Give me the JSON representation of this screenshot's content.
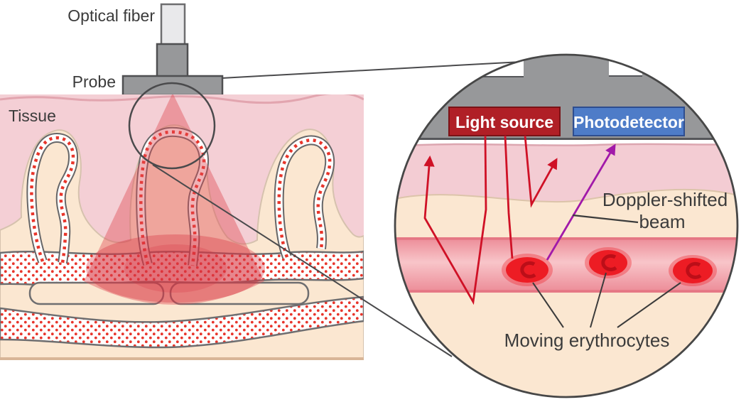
{
  "figure": {
    "labels": {
      "optical_fiber": "Optical fiber",
      "probe": "Probe",
      "tissue": "Tissue",
      "light_source": "Light source",
      "photodetector": "Photodetector",
      "doppler_shifted_line1": "Doppler-shifted",
      "doppler_shifted_line2": "beam",
      "moving_erythrocytes": "Moving erythrocytes"
    },
    "colors": {
      "light_source_fill": "#B01F26",
      "light_source_border": "#7A1216",
      "photodetector_fill": "#4E7CC8",
      "photodetector_border": "#2E4D8F",
      "probe_gray": "#97989A",
      "probe_border": "#55565A",
      "beam_red": "#CF1126",
      "doppler_purple": "#A119A9",
      "erythrocyte_red": "#ED1C24",
      "erythrocyte_mark": "#BC0E18",
      "tissue_pink": "#F4CFD5",
      "tissue_cream": "#FBE7D1",
      "vessel_dot_red": "#E8352B",
      "label_text": "#3B3B3B"
    }
  }
}
